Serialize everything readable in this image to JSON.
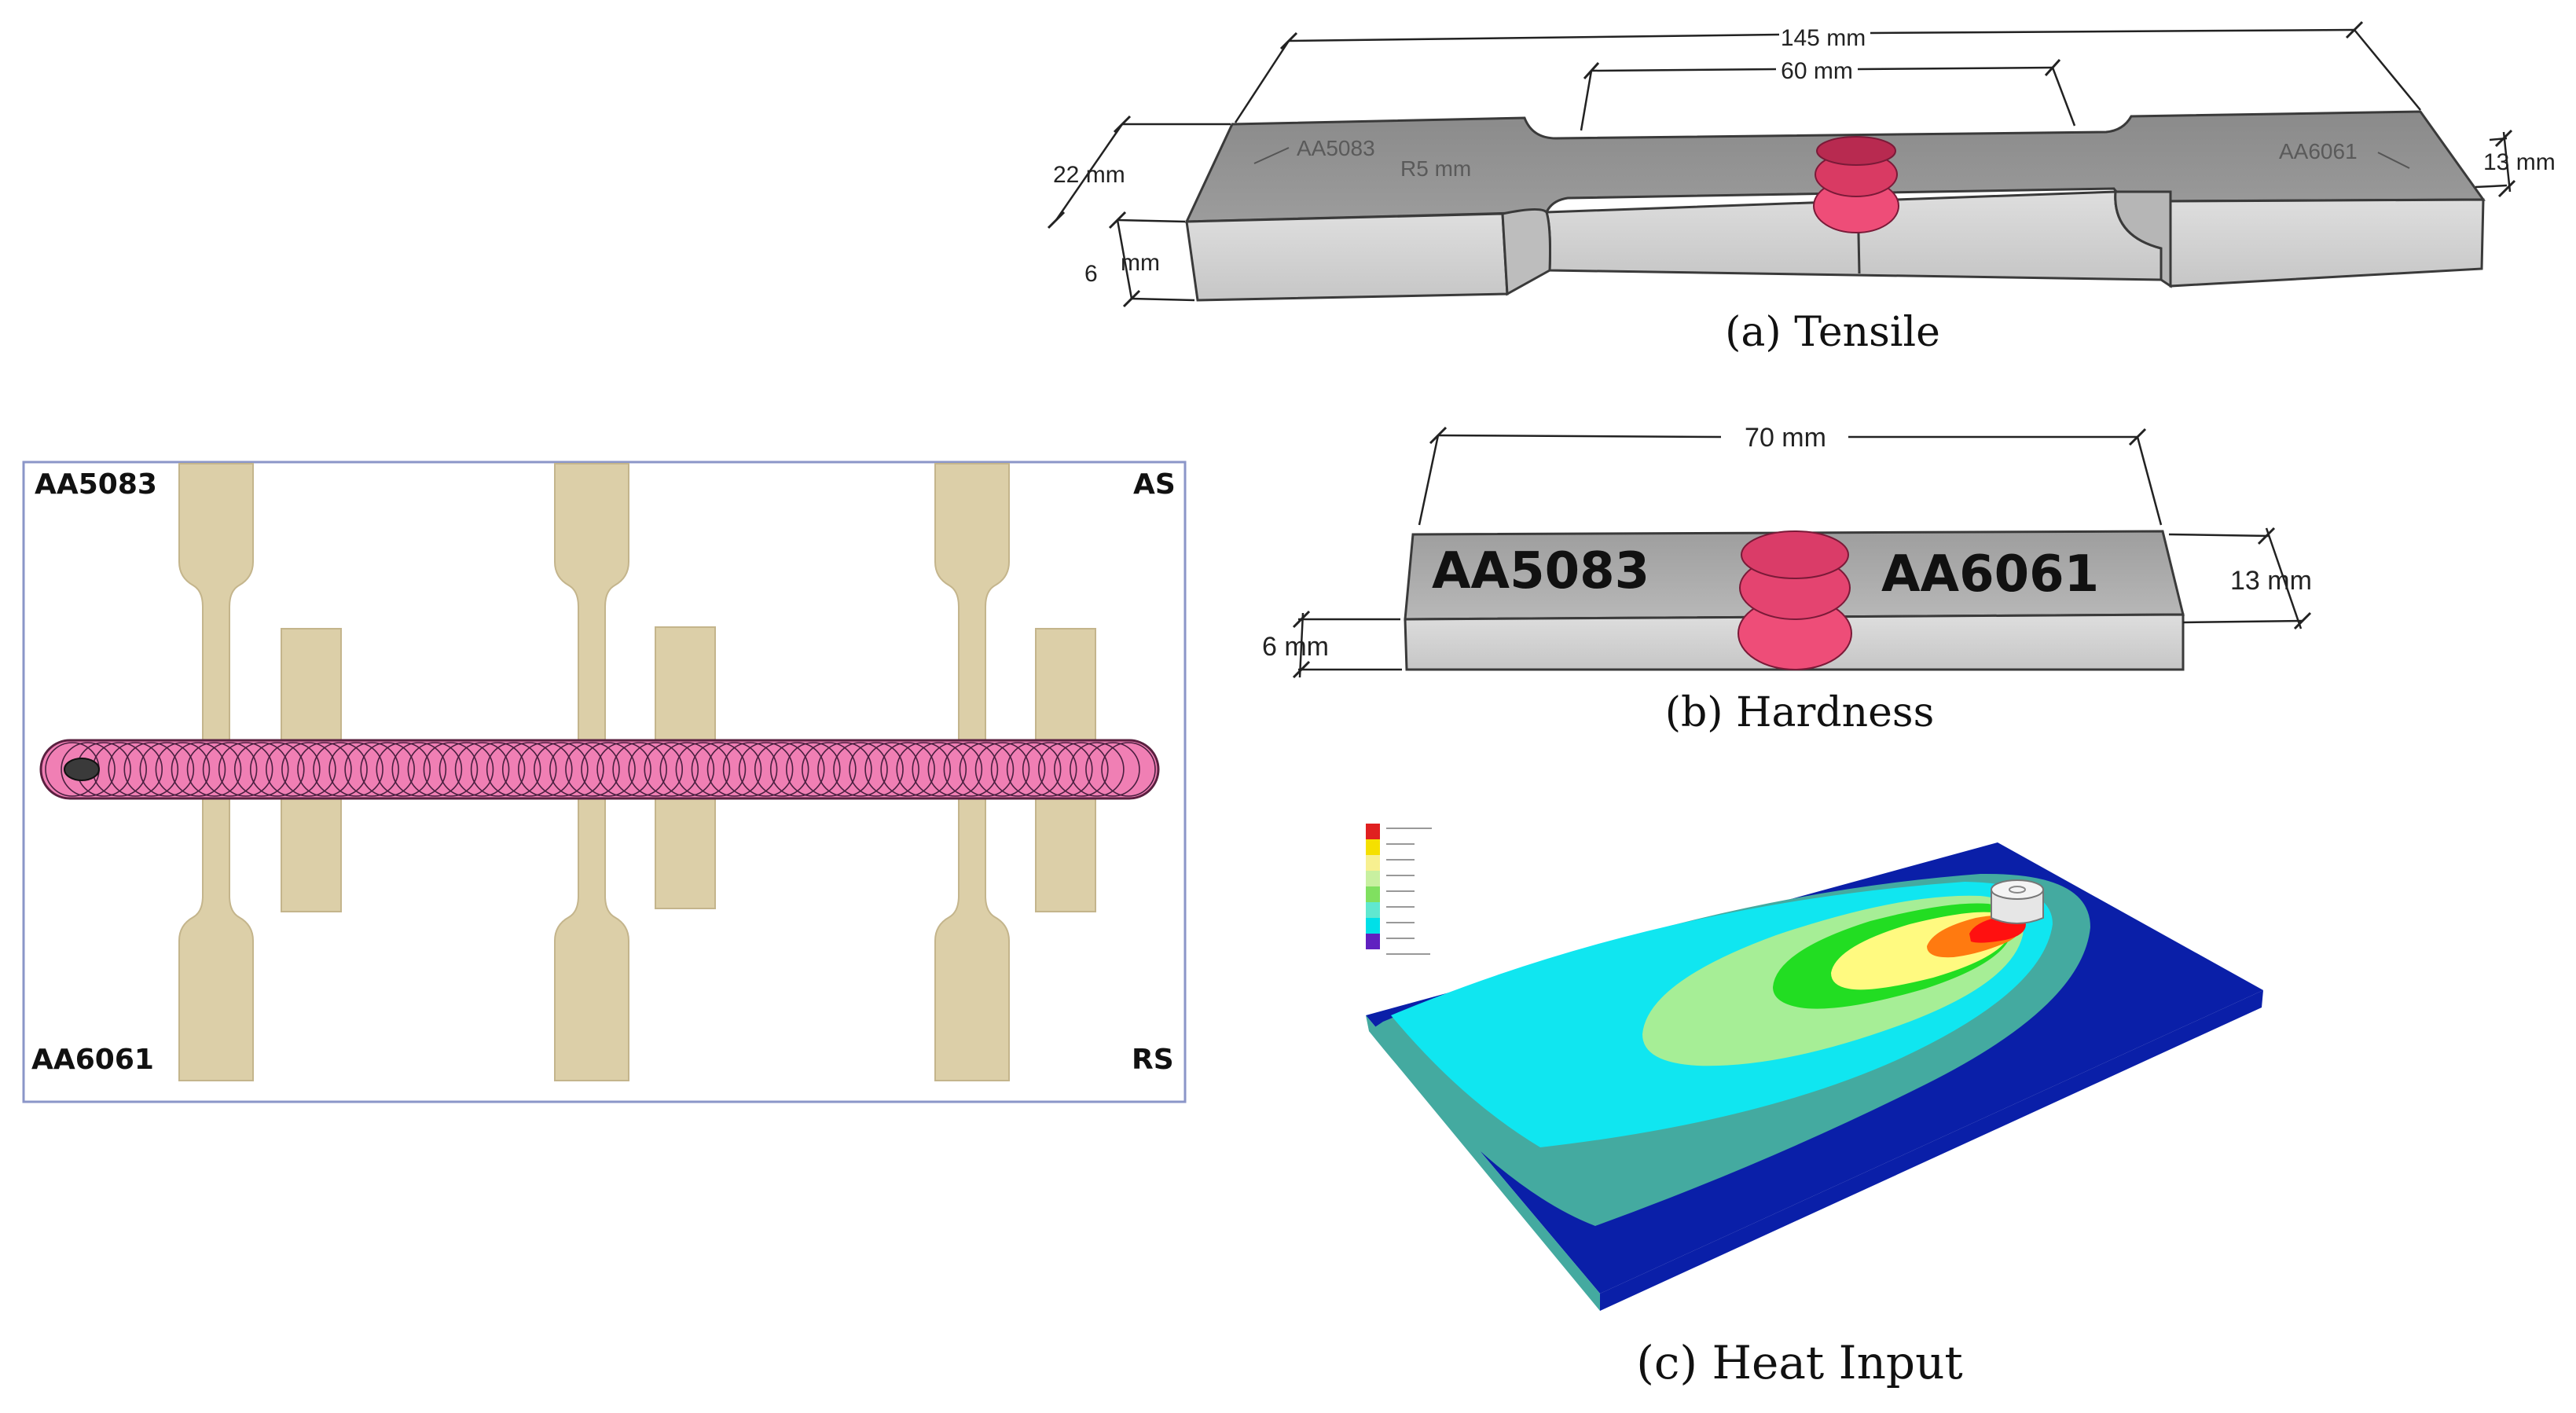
{
  "layout_panel": {
    "corner_labels": {
      "top_left": "AA5083",
      "top_right": "AS",
      "bottom_left": "AA6061",
      "bottom_right": "RS"
    },
    "weld_circle_count": 68
  },
  "tensile": {
    "caption": "(a) Tensile",
    "dims": {
      "length": "145 mm",
      "gauge": "60 mm",
      "width": "22 mm",
      "thickness": "6",
      "thickness_unit": "mm",
      "narrow": "13 mm",
      "radius": "R5 mm"
    },
    "material_left": "AA5083",
    "material_right": "AA6061"
  },
  "hardness": {
    "caption": "(b) Hardness",
    "dims": {
      "length": "70 mm",
      "width": "13 mm",
      "thickness": "6 mm"
    },
    "material_left": "AA5083",
    "material_right": "AA6061"
  },
  "heat": {
    "caption": "(c) Heat Input",
    "legend_colors": [
      "#e02020",
      "#f5e000",
      "#f7f090",
      "#c8f0a0",
      "#80e060",
      "#60e8d0",
      "#00e0e8",
      "#6020c0"
    ],
    "contour_colors": {
      "base": "#0a1fa8",
      "teal": "#44aaa0",
      "cyan": "#10e6f0",
      "light_green": "#a6ee96",
      "green": "#22dd22",
      "yellow": "#fffa80",
      "orange": "#ff7a10",
      "red": "#ff1010"
    }
  }
}
